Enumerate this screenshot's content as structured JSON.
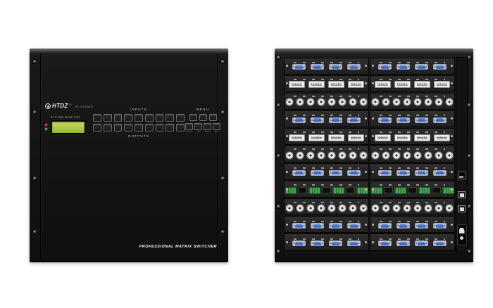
{
  "product": {
    "views": [
      "front",
      "rear"
    ]
  },
  "front_panel": {
    "brand": "HTDZ",
    "brand_reg": "®",
    "model": "HT-VGA0808",
    "monitor_label": "SYSTEM MONITOR",
    "inputs_label": "INPUTS",
    "outputs_label": "OUTPUTS",
    "menu_label": "MENU",
    "input_button_count": 9,
    "output_button_count": 9,
    "menu_row1_count": 3,
    "menu_row2_labels": [
      "Enter",
      "All",
      "Thru",
      "Esc"
    ],
    "footer_label": "PROFESSIONAL MATRIX SWITCHER"
  },
  "rear_panel": {
    "card_rows": [
      {
        "type": "vga"
      },
      {
        "type": "dvi"
      },
      {
        "type": "bnc"
      },
      {
        "type": "vga"
      },
      {
        "type": "dvi"
      },
      {
        "type": "bnc"
      },
      {
        "type": "vga"
      },
      {
        "type": "green"
      },
      {
        "type": "bnc"
      },
      {
        "type": "vga"
      },
      {
        "type": "vga"
      }
    ],
    "connectors_per_card": {
      "vga": 4,
      "dvi": 4,
      "bnc": 8,
      "green": 7
    },
    "io_ports": [
      "lan",
      "usb",
      "serial"
    ],
    "power": "iec-inlet"
  },
  "colors": {
    "chassis": "#161616",
    "lcd_green": "#a9c44a",
    "vga_blue": "#2f5fc4",
    "terminal_green": "#46a44f",
    "bnc_white": "#ededed"
  }
}
